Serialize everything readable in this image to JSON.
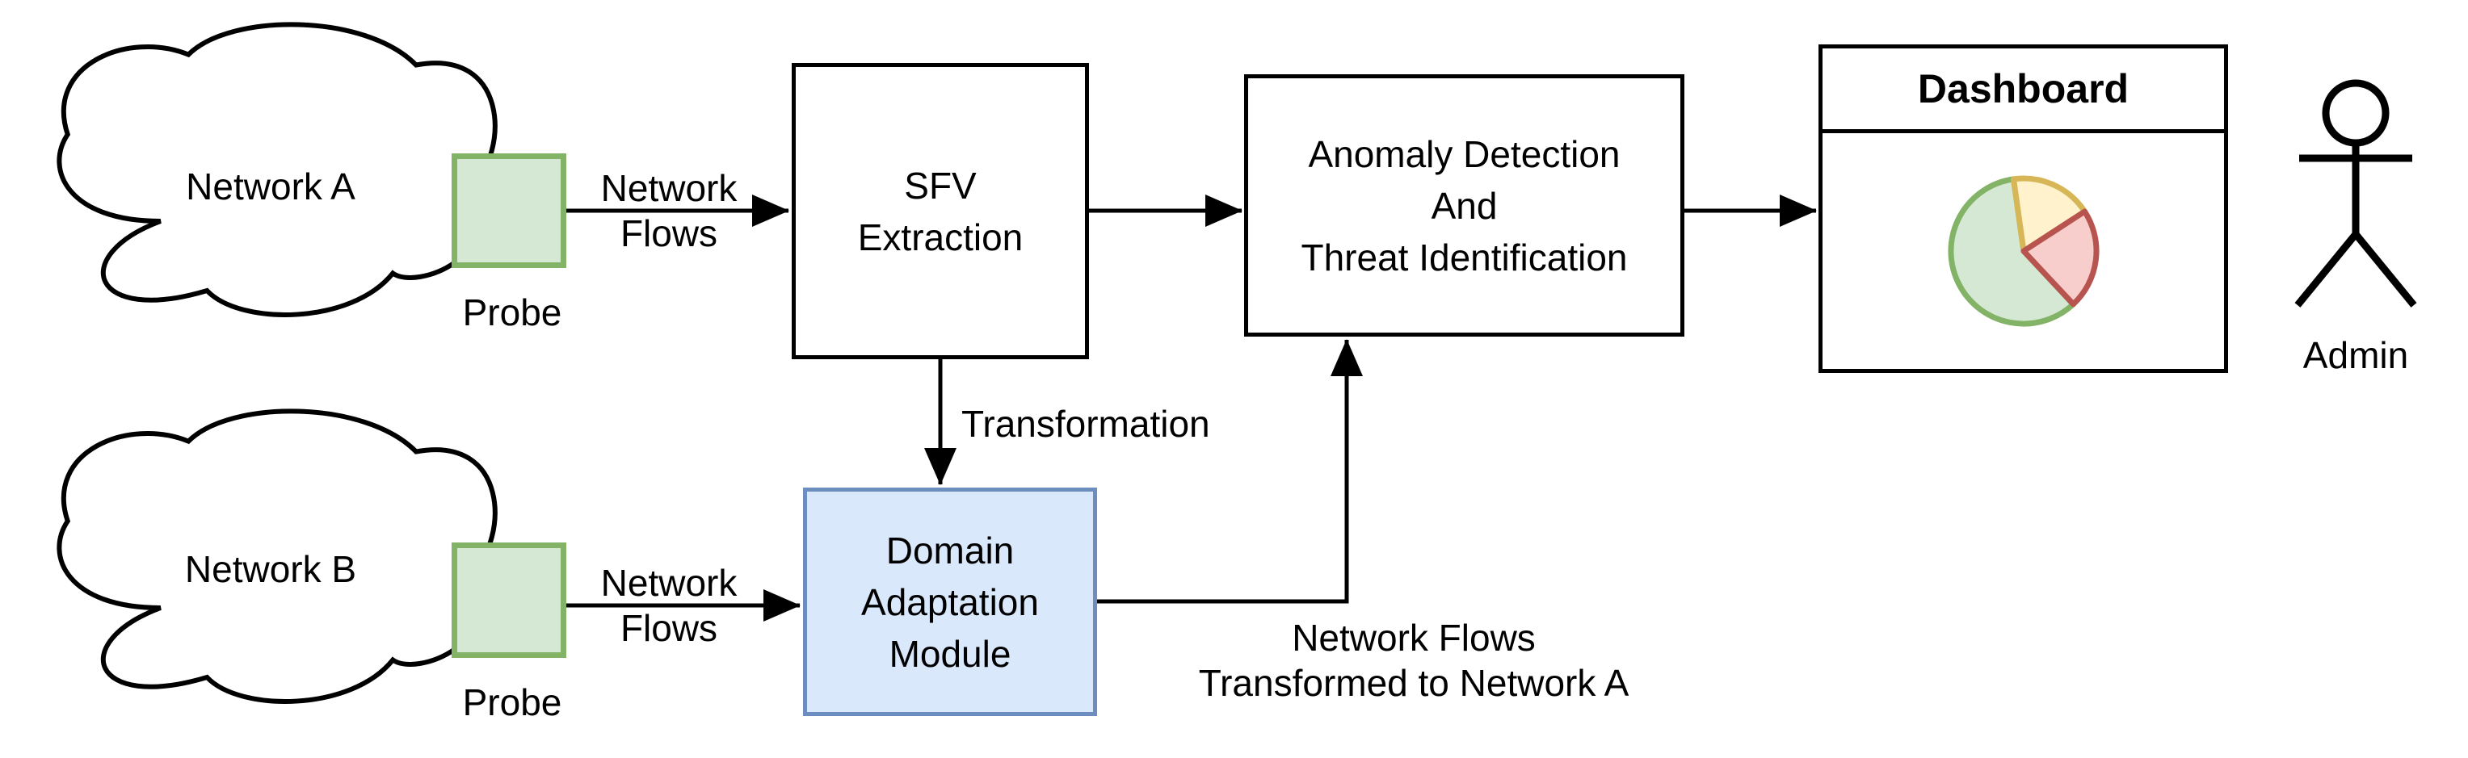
{
  "clouds": [
    {
      "label": "Network A"
    },
    {
      "label": "Network B"
    }
  ],
  "probes": [
    {
      "label": "Probe"
    },
    {
      "label": "Probe"
    }
  ],
  "nodes": {
    "sfv": {
      "lines": [
        "SFV",
        "Extraction"
      ]
    },
    "anomaly": {
      "lines": [
        "Anomaly Detection",
        "And",
        "Threat Identification"
      ]
    },
    "domain": {
      "lines": [
        "Domain",
        "Adaptation",
        "Module"
      ]
    },
    "dashboard": {
      "title": "Dashboard"
    }
  },
  "edges": {
    "flows_a": {
      "lines": [
        "Network",
        "Flows"
      ]
    },
    "flows_b": {
      "lines": [
        "Network",
        "Flows"
      ]
    },
    "transformation": {
      "label": "Transformation"
    },
    "transformed": {
      "lines": [
        "Network Flows",
        "Transformed to Network A"
      ]
    }
  },
  "actor": {
    "label": "Admin"
  },
  "colors": {
    "line": "#000000",
    "background": "#ffffff",
    "probe_fill": "#d5e8d4",
    "probe_stroke": "#82b366",
    "module_fill": "#dae8fc",
    "module_stroke": "#6c8ebf",
    "pie_green_fill": "#d5e8d4",
    "pie_green_stroke": "#82b366",
    "pie_yellow_fill": "#fff2cc",
    "pie_yellow_stroke": "#d6b656",
    "pie_red_fill": "#f8cecc",
    "pie_red_stroke": "#b85450"
  },
  "chart_data": {
    "type": "pie",
    "location": "dashboard",
    "slices": [
      {
        "name": "green",
        "angle_deg": 215,
        "percent_estimate": 60
      },
      {
        "name": "yellow",
        "angle_deg": 65,
        "percent_estimate": 18
      },
      {
        "name": "red",
        "angle_deg": 80,
        "percent_estimate": 22
      }
    ],
    "title": "",
    "legend": false
  }
}
